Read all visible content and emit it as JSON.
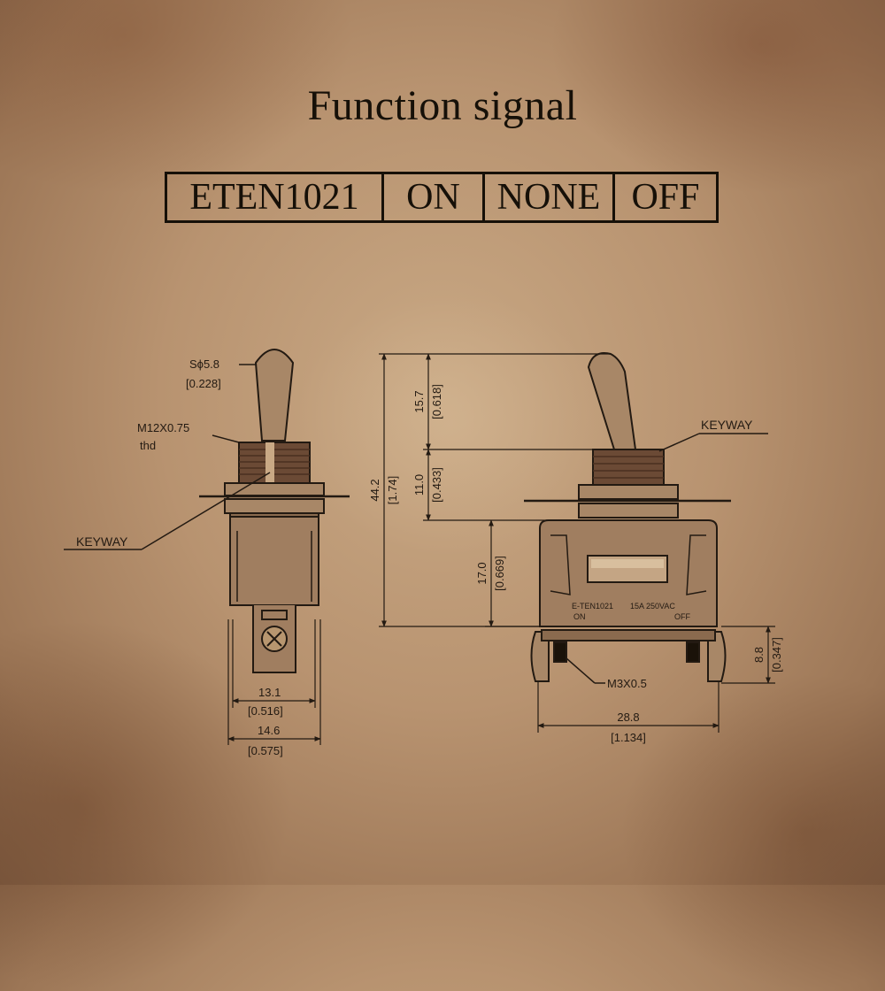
{
  "title": "Function signal",
  "signal_table": [
    "ETEN1021",
    "ON",
    "NONE",
    "OFF"
  ],
  "colors": {
    "ink": "#231a12",
    "paper": "#b89370",
    "body": "#a07e60",
    "nut": "#6b4a35"
  },
  "side_view": {
    "lever_dia": "Sϕ5.8",
    "lever_dia_in": "[0.228]",
    "thread": "M12X0.75",
    "thread_unit": "thd",
    "keyway": "KEYWAY",
    "width_inner": "13.1",
    "width_inner_in": "[0.516]",
    "width_outer": "14.6",
    "width_outer_in": "[0.575]"
  },
  "front_view": {
    "keyway": "KEYWAY",
    "overall": "44.2",
    "overall_in": "[1.74]",
    "lever": "15.7",
    "lever_in": "[0.618]",
    "bushing": "11.0",
    "bushing_in": "[0.433]",
    "body_h": "17.0",
    "body_h_in": "[0.669]",
    "label_model": "E-TEN1021",
    "label_rating": "15A 250VAC",
    "label_on": "ON",
    "label_off": "OFF",
    "screw": "M3X0.5",
    "term_h": "8.8",
    "term_h_in": "[0.347]",
    "width": "28.8",
    "width_in": "[1.134]"
  }
}
